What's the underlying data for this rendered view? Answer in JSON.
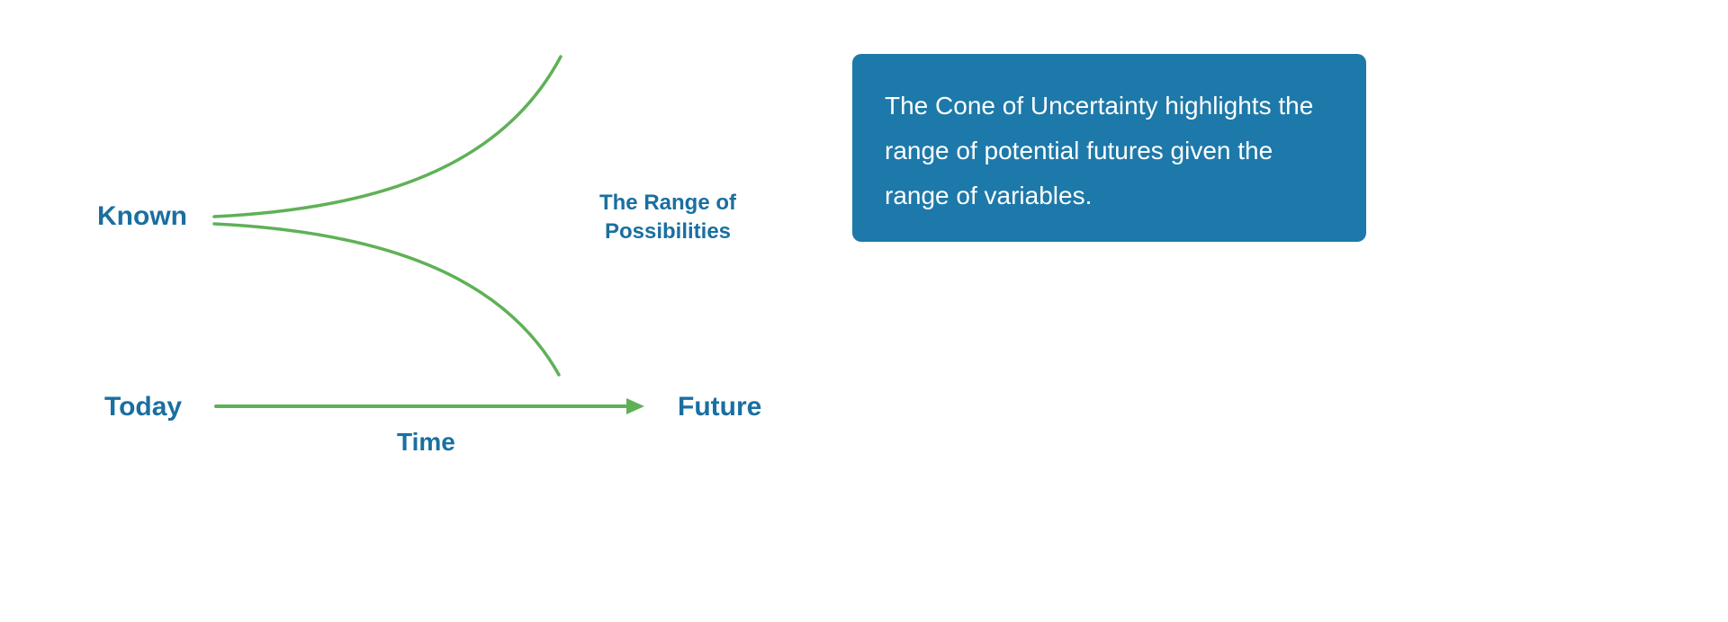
{
  "diagram": {
    "known_label": "Known",
    "today_label": "Today",
    "future_label": "Future",
    "time_label": "Time",
    "range_label_line1": "The Range of",
    "range_label_line2": "Possibilities"
  },
  "callout": {
    "text": "The Cone of Uncertainty highlights the range of potential futures given the range of variables."
  },
  "colors": {
    "cone_green": "#5fb157",
    "label_blue": "#1a6fa0",
    "callout_background": "#1d79a9",
    "callout_text": "#ffffff"
  }
}
